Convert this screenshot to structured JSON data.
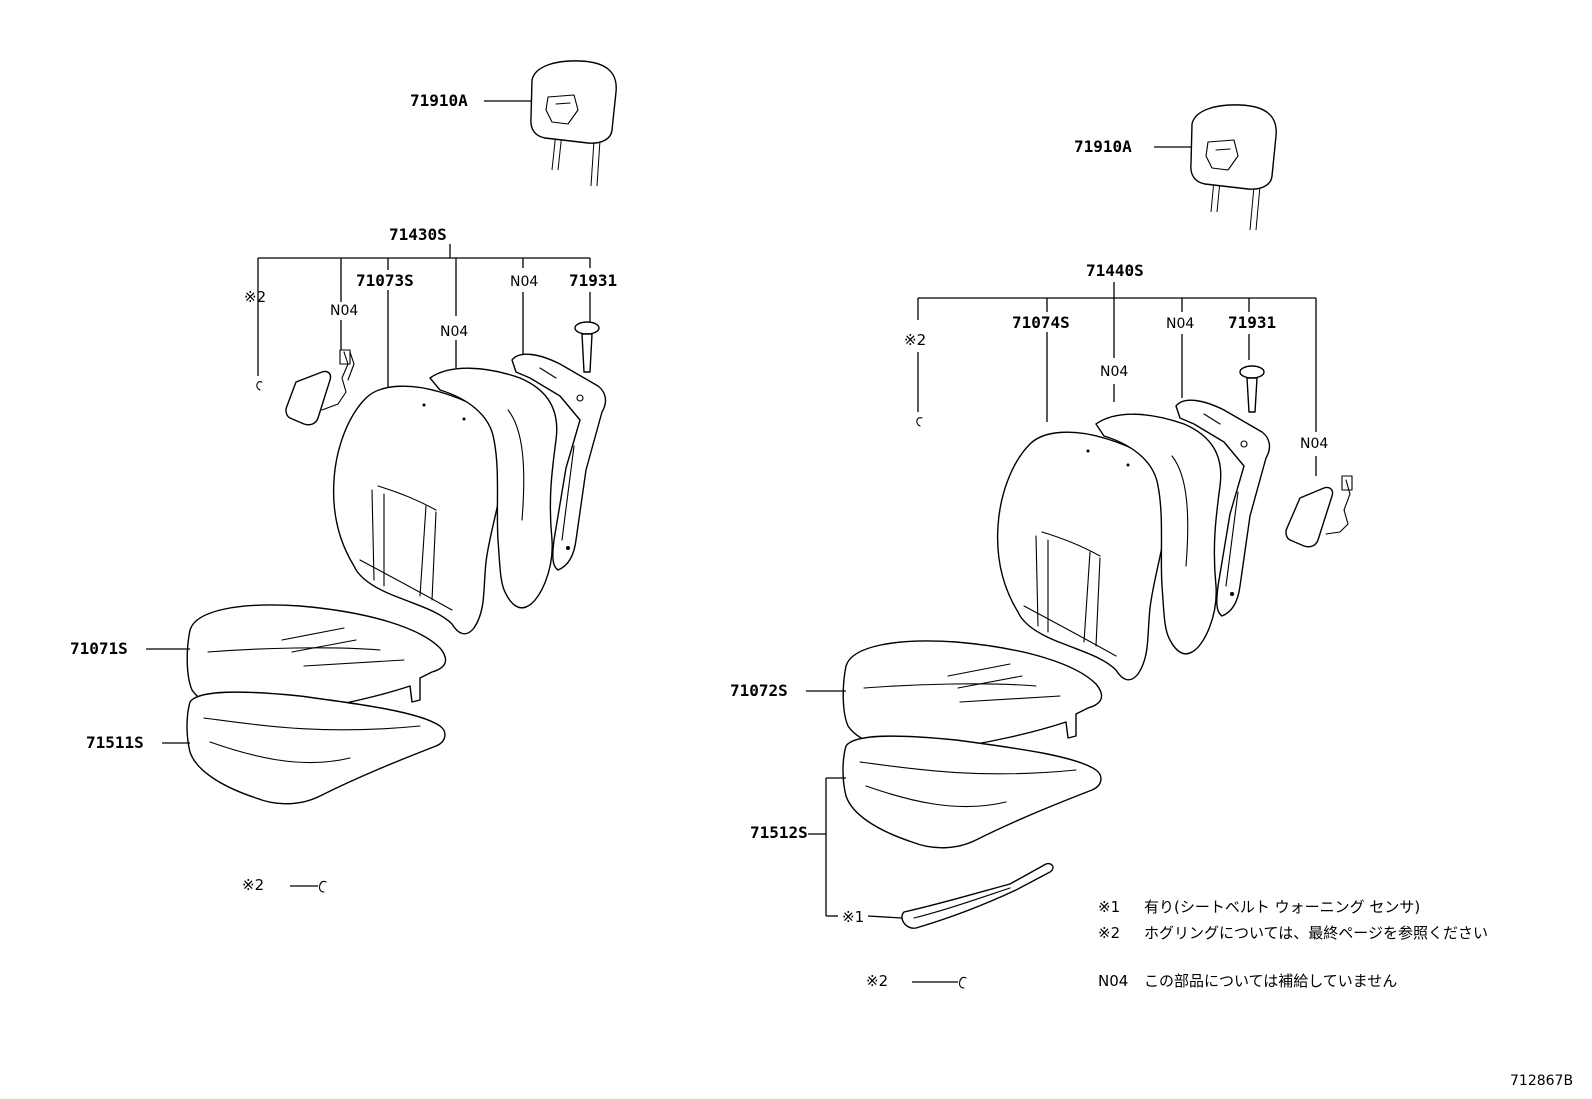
{
  "left": {
    "headrest_part": "71910A",
    "back_assembly_part": "71430S",
    "back_cover_part": "71073S",
    "hog_ring_mark": "※2",
    "n04_airbag": "N04",
    "n04_pad": "N04",
    "n04_frame": "N04",
    "support_part": "71931",
    "cushion_cover_part": "71071S",
    "cushion_pad_part": "71511S",
    "hog_ring_bottom_mark": "※2"
  },
  "right": {
    "headrest_part": "71910A",
    "back_assembly_part": "71440S",
    "back_cover_part": "71074S",
    "hog_ring_mark": "※2",
    "n04_pad": "N04",
    "n04_frame": "N04",
    "support_part": "71931",
    "n04_airbag": "N04",
    "cushion_cover_part": "71072S",
    "cushion_pad_part": "71512S",
    "sensor_mark": "※1",
    "hog_ring_bottom_mark": "※2"
  },
  "legend": {
    "note1_mark": "※1",
    "note1_text": "有り(シートベルト ウォーニング センサ)",
    "note2_mark": "※2",
    "note2_text": "ホグリングについては、最終ページを参照ください",
    "n04_code": "N04",
    "n04_text": "この部品については補給していません"
  },
  "figure_id": "712867B"
}
